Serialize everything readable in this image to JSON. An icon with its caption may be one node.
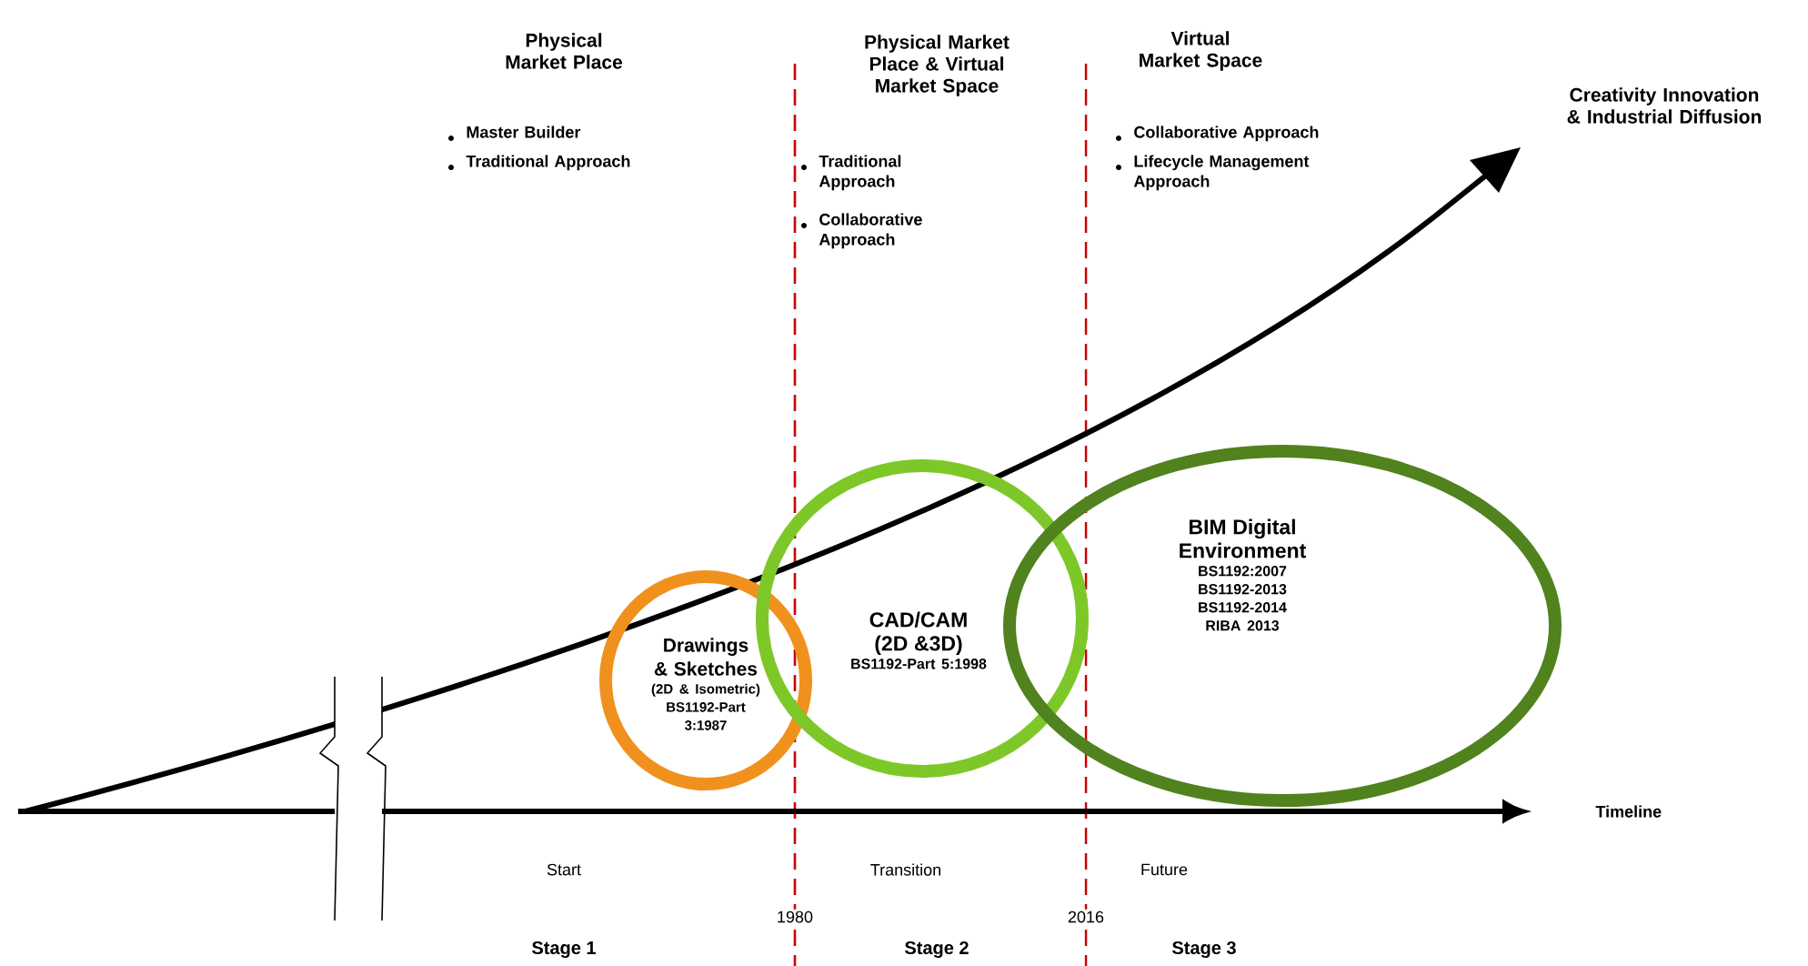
{
  "diagram": {
    "nodes": [
      {
        "text": [
          "Drawings & Sketches",
          "(2D & Isometric)",
          "BS1192-Part 3:1987"
        ]
      },
      {
        "text": [
          "CAD/CAM (2D &3D)",
          "BS1192-Part 5:1998"
        ]
      },
      {
        "text": [
          "BIM Digital Environment",
          "BS1192:2007",
          "BS1192-2013",
          "BS1192-2014",
          "RIBA 2013"
        ]
      }
    ],
    "labels": [
      "Physical Market Place",
      "Physical Market Place & Virtual Market Space",
      "Virtual Market Space",
      "Creativity Innovation & Industrial Diffusion",
      "Master Builder",
      "Traditional Approach",
      "Traditional Approach",
      "Collaborative Approach",
      "Collaborative Approach",
      "Lifecycle Management Approach",
      "Timeline",
      "Start",
      "Transition",
      "Future",
      "1980",
      "2016",
      "Stage 1",
      "Stage 2",
      "Stage 3"
    ]
  }
}
